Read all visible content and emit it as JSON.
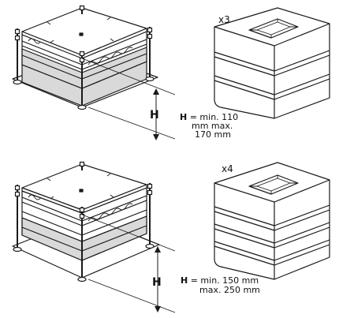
{
  "top": {
    "quantity": "x3",
    "height_symbol": "H",
    "spec_symbol": "H",
    "spec_line1": " = min. 110",
    "spec_line2": "mm max.",
    "spec_line3": "170 mm"
  },
  "bottom": {
    "quantity": "x4",
    "height_symbol": "H",
    "spec_symbol": "H",
    "spec_line1": " = min. 150 mm",
    "spec_line2": "max. 250 mm"
  },
  "colors": {
    "line": "#1a1a1a",
    "shade": "#d9d9d9",
    "background": "#ffffff"
  }
}
